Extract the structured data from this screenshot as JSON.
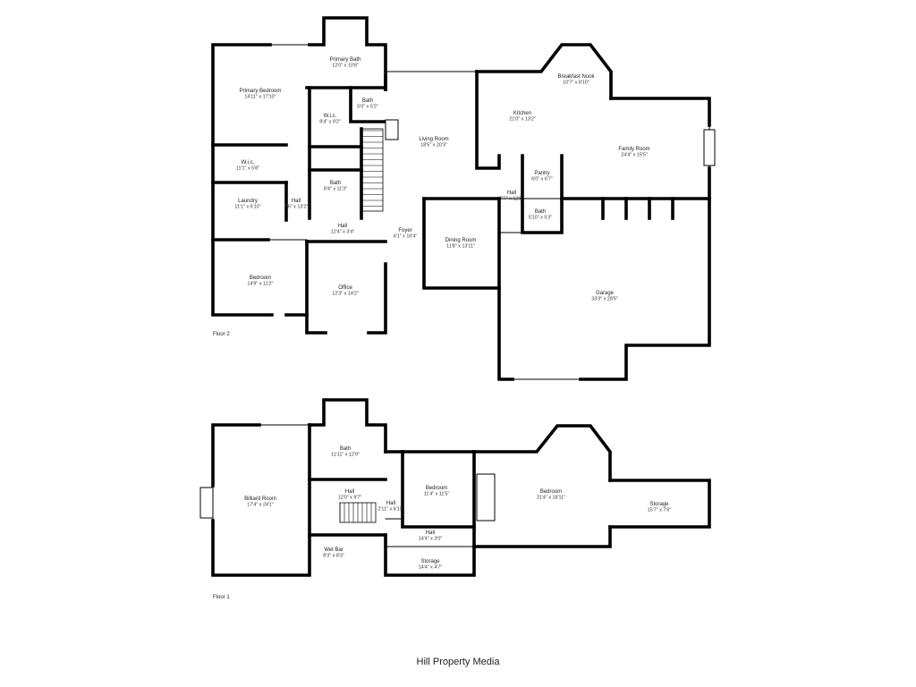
{
  "floors": [
    {
      "label": "Floor 2",
      "rooms": [
        {
          "name": "Primary Bath",
          "dims": "12'0\" x 10'8\""
        },
        {
          "name": "Primary Bedroom",
          "dims": "14'11\" x 17'10\""
        },
        {
          "name": "Bath",
          "dims": "5'0\" x 5'2\""
        },
        {
          "name": "W.i.c.",
          "dims": "8'4\" x 9'2\""
        },
        {
          "name": "W.i.c.",
          "dims": "11'1\" x 5'8\""
        },
        {
          "name": "Bath",
          "dims": "8'4\" x 11'3\""
        },
        {
          "name": "Laundry",
          "dims": "11'1\" x 6'10\""
        },
        {
          "name": "Hall",
          "dims": "7'6\" x 13'2\""
        },
        {
          "name": "Hall",
          "dims": "12'4\" x 3'4\""
        },
        {
          "name": "Living Room",
          "dims": "18'5\" x 20'3\""
        },
        {
          "name": "Breakfast Nook",
          "dims": "10'7\" x 8'10\""
        },
        {
          "name": "Kitchen",
          "dims": "21'0\" x 13'2\""
        },
        {
          "name": "Family Room",
          "dims": "24'4\" x 15'5\""
        },
        {
          "name": "Pantry",
          "dims": "6'0\" x 6'7\""
        },
        {
          "name": "Hall",
          "dims": "7'7\" x 12'5\""
        },
        {
          "name": "Bath",
          "dims": "5'10\" x 5'3\""
        },
        {
          "name": "Foyer",
          "dims": "6'1\" x 10'4\""
        },
        {
          "name": "Dining Room",
          "dims": "11'8\" x 13'11\""
        },
        {
          "name": "Bedroom",
          "dims": "14'9\" x 11'2\""
        },
        {
          "name": "Office",
          "dims": "12'3\" x 14'2\""
        },
        {
          "name": "Garage",
          "dims": "33'3\" x 28'5\""
        }
      ]
    },
    {
      "label": "Floor 1",
      "rooms": [
        {
          "name": "Bath",
          "dims": "11'11\" x 12'9\""
        },
        {
          "name": "Billiard Room",
          "dims": "17'4\" x 24'1\""
        },
        {
          "name": "Hall",
          "dims": "12'0\" x 9'7\""
        },
        {
          "name": "Hall",
          "dims": "2'11\" x 6'10\""
        },
        {
          "name": "Bedroom",
          "dims": "11'4\" x 11'5\""
        },
        {
          "name": "Bedroom",
          "dims": "21'4\" x 18'11\""
        },
        {
          "name": "Storage",
          "dims": "15'7\" x 7'6\""
        },
        {
          "name": "Hall",
          "dims": "14'4\" x 3'0\""
        },
        {
          "name": "Wet Bar",
          "dims": "8'3\" x 8'3\""
        },
        {
          "name": "Storage",
          "dims": "14'4\" x 4'7\""
        }
      ]
    }
  ],
  "credit": "Hill Property Media"
}
